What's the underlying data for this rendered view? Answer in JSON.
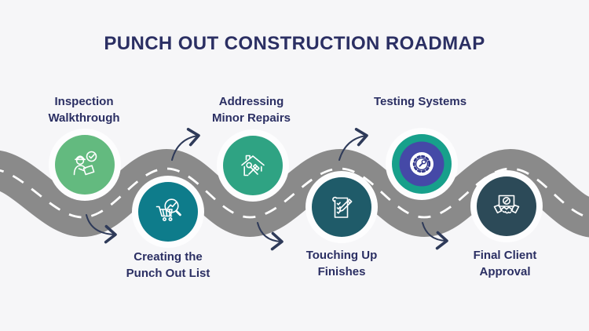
{
  "title": "PUNCH OUT CONSTRUCTION ROADMAP",
  "colors": {
    "background": "#F6F6F8",
    "title_text": "#2B2F63",
    "label_text": "#2B2F63",
    "road": "#8A8A8A",
    "road_dash": "#FFFFFF",
    "circle_halo": "#FDFDFE",
    "arrow": "#2E3A59"
  },
  "stages": [
    {
      "order": 1,
      "lines": [
        "Inspection",
        "Walkthrough"
      ],
      "icon": "inspector-walkthrough-icon",
      "color": "#63BA7F",
      "label_position": "above-road"
    },
    {
      "order": 2,
      "lines": [
        "Creating the",
        "Punch Out List"
      ],
      "icon": "cart-magnifier-icon",
      "color": "#0E7C8B",
      "label_position": "below-road"
    },
    {
      "order": 3,
      "lines": [
        "Addressing",
        "Minor Repairs"
      ],
      "icon": "house-tools-icon",
      "color": "#2FA383",
      "label_position": "above-road"
    },
    {
      "order": 4,
      "lines": [
        "Touching Up",
        "Finishes"
      ],
      "icon": "checklist-pencil-icon",
      "color": "#1F5B69",
      "label_position": "below-road"
    },
    {
      "order": 5,
      "lines": [
        "Testing Systems"
      ],
      "icon": "gear-wrench-icon",
      "color": "#17A08B",
      "inner_ring_color": "#4549A7",
      "icon_disc_color": "#FFFFFF",
      "icon_stroke_color": "#32368C",
      "label_position": "above-road"
    },
    {
      "order": 6,
      "lines": [
        "Final Client",
        "Approval"
      ],
      "icon": "handshake-approval-icon",
      "color": "#2C4A58",
      "label_position": "below-road"
    }
  ]
}
